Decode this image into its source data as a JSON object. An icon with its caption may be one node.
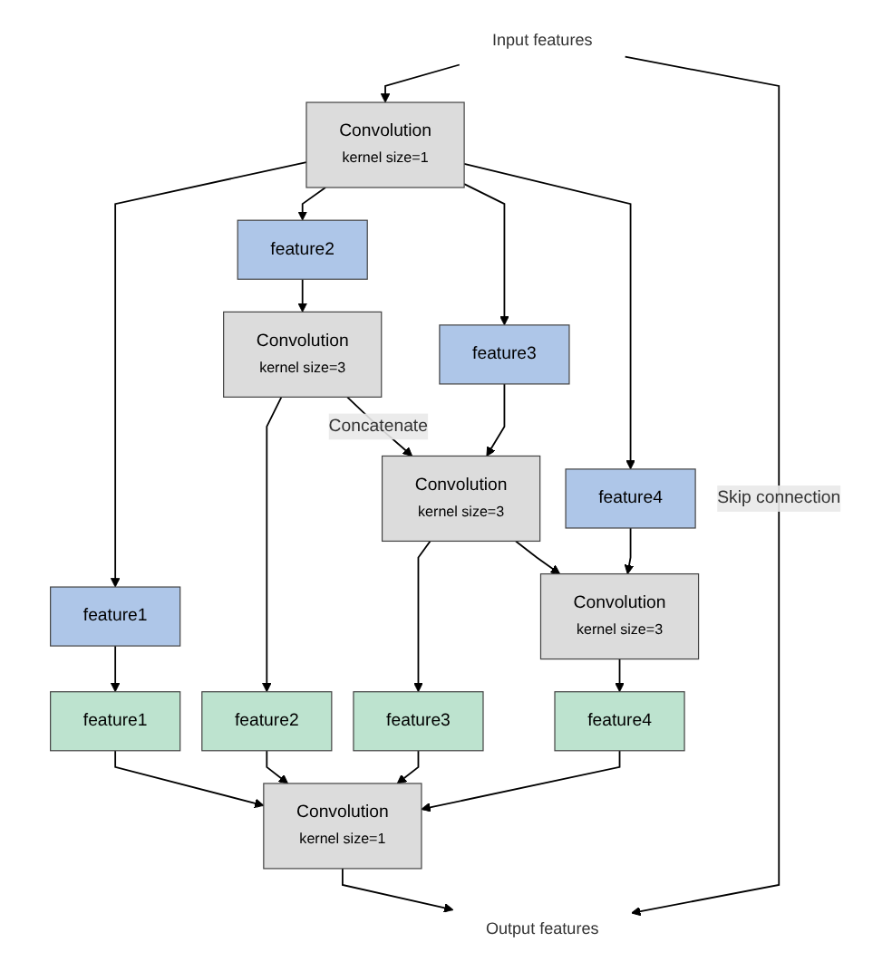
{
  "diagram": {
    "nodes": [
      {
        "text": [
          "Input features"
        ]
      },
      {
        "text": [
          "Convolution",
          "kernel size=1"
        ]
      },
      {
        "text": [
          "feature1"
        ]
      },
      {
        "text": [
          "feature2"
        ]
      },
      {
        "text": [
          "feature3"
        ]
      },
      {
        "text": [
          "feature4"
        ]
      },
      {
        "text": [
          "Convolution",
          "kernel size=3"
        ]
      },
      {
        "text": [
          "Convolution",
          "kernel size=3"
        ]
      },
      {
        "text": [
          "Convolution",
          "kernel size=3"
        ]
      },
      {
        "text": [
          "feature1"
        ]
      },
      {
        "text": [
          "feature2"
        ]
      },
      {
        "text": [
          "feature3"
        ]
      },
      {
        "text": [
          "feature4"
        ]
      },
      {
        "text": [
          "Convolution",
          "kernel size=1"
        ]
      },
      {
        "text": [
          "Output features"
        ]
      }
    ],
    "edges": [
      {
        "from": 0,
        "to": 1,
        "arrow": "to"
      },
      {
        "from": 1,
        "to": 2,
        "arrow": "to"
      },
      {
        "from": 1,
        "to": 3,
        "arrow": "to"
      },
      {
        "from": 1,
        "to": 4,
        "arrow": "to"
      },
      {
        "from": 1,
        "to": 5,
        "arrow": "to"
      },
      {
        "from": 2,
        "to": 9,
        "arrow": "to"
      },
      {
        "from": 3,
        "to": 6,
        "arrow": "to"
      },
      {
        "from": 6,
        "to": 10,
        "arrow": "to"
      },
      {
        "from": 6,
        "to": 7,
        "arrow": "to",
        "label": "Concatenate"
      },
      {
        "from": 4,
        "to": 7,
        "arrow": "to"
      },
      {
        "from": 7,
        "to": 11,
        "arrow": "to"
      },
      {
        "from": 7,
        "to": 8,
        "arrow": "to"
      },
      {
        "from": 5,
        "to": 8,
        "arrow": "to"
      },
      {
        "from": 8,
        "to": 12,
        "arrow": "to"
      },
      {
        "from": 9,
        "to": 13,
        "arrow": "to"
      },
      {
        "from": 10,
        "to": 13,
        "arrow": "to"
      },
      {
        "from": 11,
        "to": 13,
        "arrow": "to"
      },
      {
        "from": 12,
        "to": 13,
        "arrow": "to"
      },
      {
        "from": 13,
        "to": 14,
        "arrow": "to"
      },
      {
        "from": 0,
        "to": 14,
        "arrow": "to",
        "label": "Skip connection"
      }
    ]
  }
}
